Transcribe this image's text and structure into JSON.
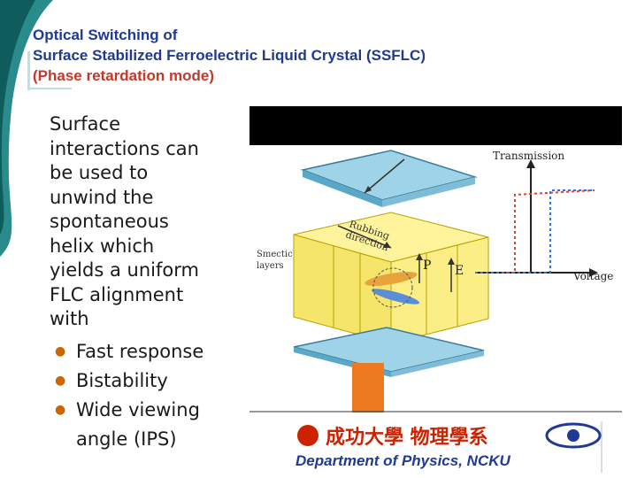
{
  "title": {
    "line1": "Optical Switching of",
    "line2": "Surface Stabilized Ferroelectric Liquid Crystal (SSFLC)",
    "line3": "(Phase retardation mode)",
    "color_main": "#1f3a93",
    "color_sub": "#c0392b"
  },
  "body": {
    "paragraph": "Surface\ninteractions can\nbe used to\nunwind the\nspontaneous\nhelix  which\nyields a uniform\nFLC alignment\nwith",
    "text_color": "#1a1a1a",
    "bullet_color": "#cc6600",
    "bullet_glyph": "●",
    "bullets": [
      "Fast response",
      "Bistability",
      "Wide viewing angle (IPS)"
    ]
  },
  "figure": {
    "label_transmission": "Transmission",
    "label_voltage": "Voltage",
    "label_rubbing_1": "Rubbing",
    "label_rubbing_2": "direction",
    "label_smectic_1": "Smectic",
    "label_smectic_2": "layers",
    "label_p": "P",
    "label_e": "E"
  },
  "footer": {
    "logo_text": "Department of Physics, NCKU",
    "logo_chinese": "成功大學 物理學系",
    "logo_color": "#cc2200"
  },
  "theme": {
    "teal_dark": "#0e5c5c",
    "teal_mid": "#2a8b8b",
    "teal_light": "#bfe0e0"
  }
}
